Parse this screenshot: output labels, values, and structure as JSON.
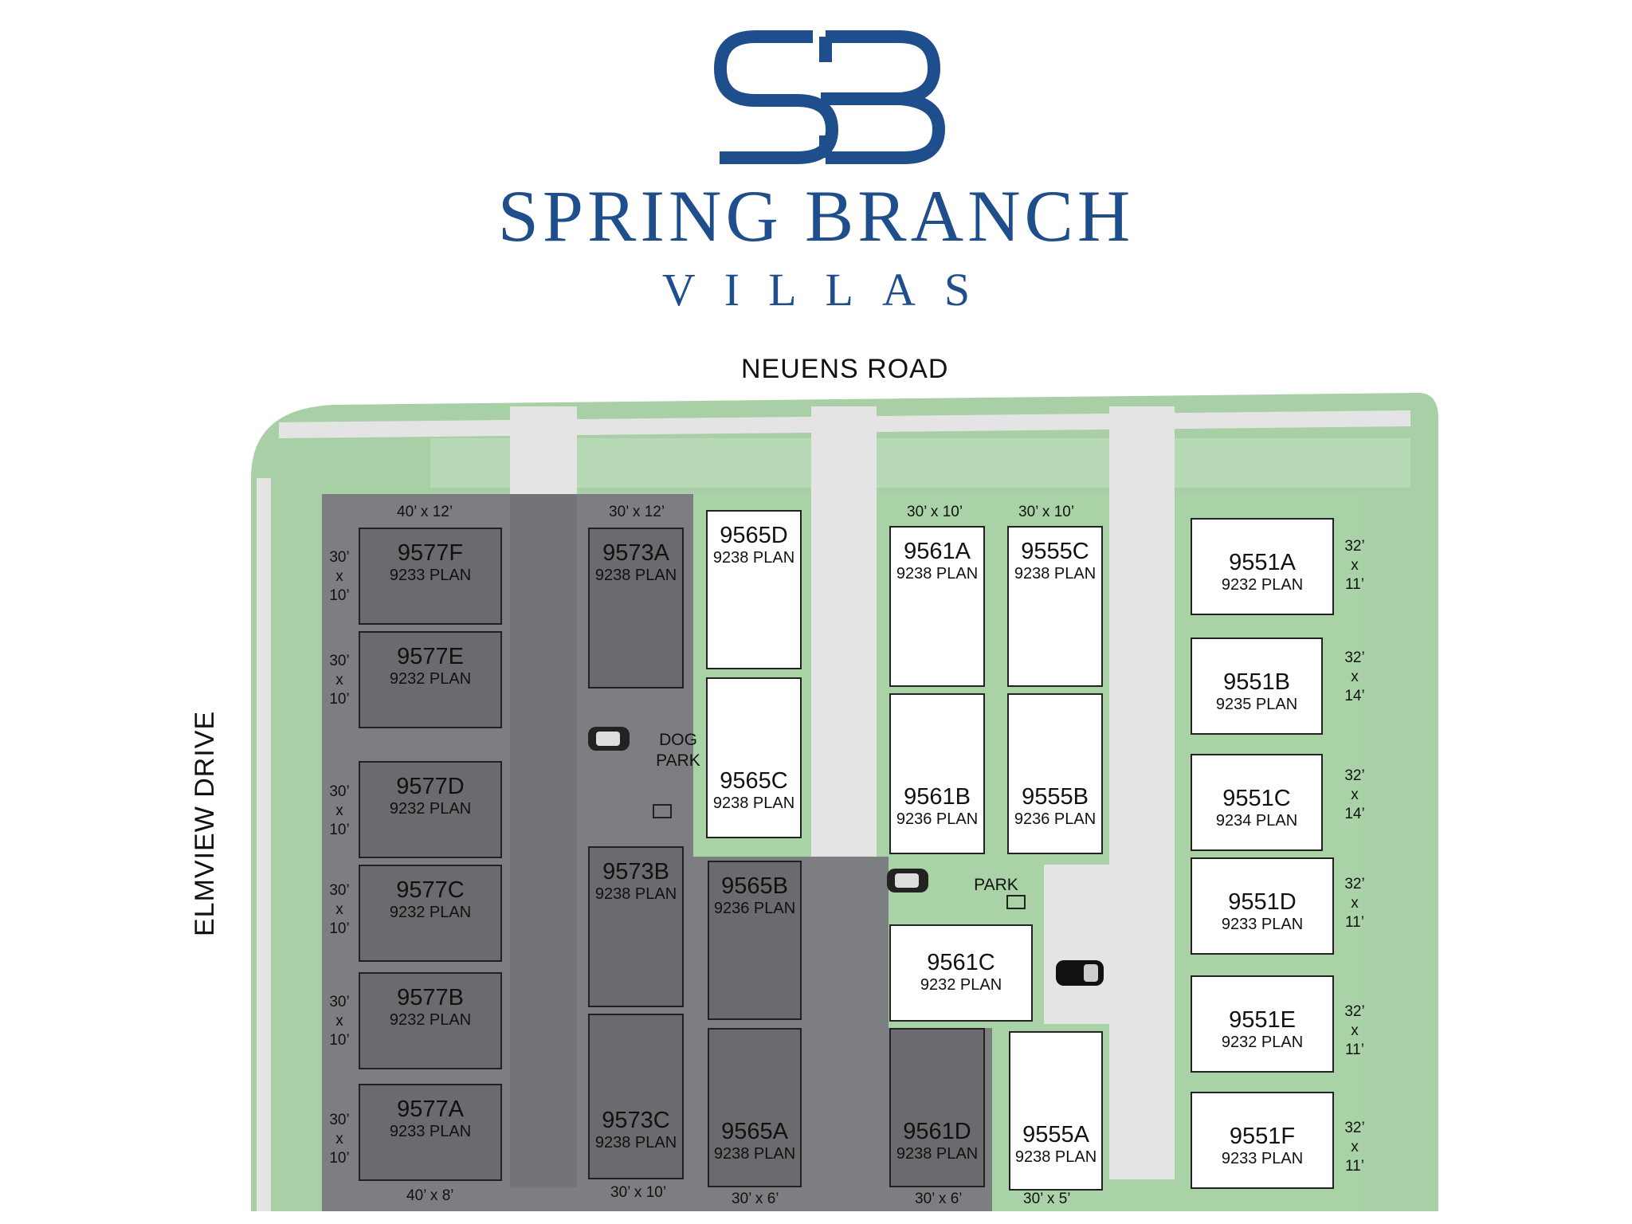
{
  "brand": {
    "monogram": "SB",
    "name": "SPRING BRANCH",
    "subtitle": "VILLAS",
    "color": "#1f4e8c"
  },
  "streets": {
    "top": "NEUENS ROAD",
    "left": "ELMVIEW DRIVE"
  },
  "colors": {
    "green": "#a8cfa6",
    "road": "#e4e4e4",
    "shaded": "#7d7e82",
    "lot_dark": "#6a6b6f",
    "lot_light": "#ffffff"
  },
  "amenities": {
    "dog_park": [
      "DOG",
      "PARK"
    ],
    "park": "PARK"
  },
  "lots": [
    {
      "id": "9577F",
      "plan": "9233 PLAN"
    },
    {
      "id": "9577E",
      "plan": "9232 PLAN"
    },
    {
      "id": "9577D",
      "plan": "9232 PLAN"
    },
    {
      "id": "9577C",
      "plan": "9232 PLAN"
    },
    {
      "id": "9577B",
      "plan": "9232 PLAN"
    },
    {
      "id": "9577A",
      "plan": "9233 PLAN"
    },
    {
      "id": "9573A",
      "plan": "9238 PLAN"
    },
    {
      "id": "9573B",
      "plan": "9238 PLAN"
    },
    {
      "id": "9573C",
      "plan": "9238 PLAN"
    },
    {
      "id": "9565D",
      "plan": "9238 PLAN"
    },
    {
      "id": "9565C",
      "plan": "9238 PLAN"
    },
    {
      "id": "9565B",
      "plan": "9236 PLAN"
    },
    {
      "id": "9565A",
      "plan": "9238 PLAN"
    },
    {
      "id": "9561A",
      "plan": "9238 PLAN"
    },
    {
      "id": "9561B",
      "plan": "9236 PLAN"
    },
    {
      "id": "9561C",
      "plan": "9232 PLAN"
    },
    {
      "id": "9561D",
      "plan": "9238 PLAN"
    },
    {
      "id": "9555C",
      "plan": "9238 PLAN"
    },
    {
      "id": "9555B",
      "plan": "9236 PLAN"
    },
    {
      "id": "9555A",
      "plan": "9238 PLAN"
    },
    {
      "id": "9551A",
      "plan": "9232 PLAN"
    },
    {
      "id": "9551B",
      "plan": "9235 PLAN"
    },
    {
      "id": "9551C",
      "plan": "9234 PLAN"
    },
    {
      "id": "9551D",
      "plan": "9233 PLAN"
    },
    {
      "id": "9551E",
      "plan": "9232 PLAN"
    },
    {
      "id": "9551F",
      "plan": "9233 PLAN"
    }
  ],
  "dimensions": {
    "top": [
      "40’ x 12’",
      "30’ x 12’",
      "30’ x 10’",
      "30’ x 10’"
    ],
    "bottom": [
      "40’ x 8’",
      "30’ x 10’",
      "30’ x 6’",
      "30’ x 6’",
      "30’ x 5’"
    ],
    "left": [
      [
        "30’",
        "x",
        "10’"
      ],
      [
        "30’",
        "x",
        "10’"
      ],
      [
        "30’",
        "x",
        "10’"
      ],
      [
        "30’",
        "x",
        "10’"
      ],
      [
        "30’",
        "x",
        "10’"
      ],
      [
        "30’",
        "x",
        "10’"
      ]
    ],
    "right": [
      [
        "32’",
        "x",
        "11’"
      ],
      [
        "32’",
        "x",
        "14’"
      ],
      [
        "32’",
        "x",
        "14’"
      ],
      [
        "32’",
        "x",
        "11’"
      ],
      [
        "32’",
        "x",
        "11’"
      ],
      [
        "32’",
        "x",
        "11’"
      ]
    ]
  }
}
